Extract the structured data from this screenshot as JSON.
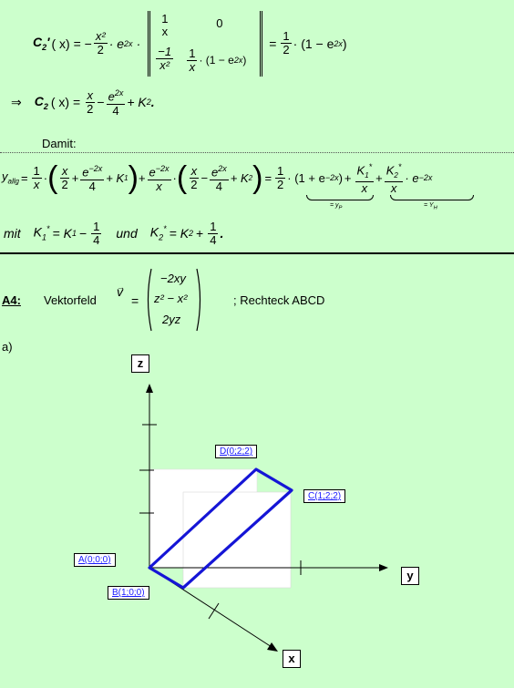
{
  "eq1": {
    "lhs": "C",
    "lhs_sub": "2",
    "lhs_prime": "′",
    "lhs_arg": "( x) = −",
    "frac1_num": "x²",
    "frac1_den": "2",
    "exp_term": "· e",
    "exp_sup": "2x",
    "dot": "·",
    "det_r1c1_num": "1",
    "det_r1c1_den": "x",
    "det_r1c2": "0",
    "det_r2c1_num": "−1",
    "det_r2c1_den": "x²",
    "det_r2c2_num": "1",
    "det_r2c2_den": "x",
    "det_r2c2_tail": "· (1 − e",
    "det_r2c2_sup": "2x",
    "det_r2c2_close": ")",
    "rhs_eq": "=",
    "rhs_frac_num": "1",
    "rhs_frac_den": "2",
    "rhs_tail": "· (1 − e",
    "rhs_sup": "2x",
    "rhs_close": ")"
  },
  "eq2": {
    "arrow": "⇒",
    "lhs": "C",
    "lhs_sub": "2",
    "lhs_arg": "( x) =",
    "f1_num": "x",
    "f1_den": "2",
    "minus": "−",
    "f2_num": "e",
    "f2_sup": "2x",
    "f2_den": "4",
    "tail": "+ K",
    "tail_sub": "2",
    "end": "."
  },
  "damit": "Damit:",
  "eq3": {
    "y": "y",
    "y_sub": "allg",
    "eq": "=",
    "f1_num": "1",
    "f1_den": "x",
    "p1_a_num": "x",
    "p1_a_den": "2",
    "plus": "+",
    "p1_b_num": "e",
    "p1_b_sup": "−2x",
    "p1_b_den": "4",
    "k1": "+ K",
    "k1_sub": "1",
    "f2_num": "e",
    "f2_sup": "−2x",
    "f2_den": "x",
    "p2_a_num": "x",
    "p2_a_den": "2",
    "minus": "−",
    "p2_b_num": "e",
    "p2_b_sup": "2x",
    "p2_b_den": "4",
    "k2": "+ K",
    "k2_sub": "2",
    "eq2": "=",
    "r1_num": "1",
    "r1_den": "2",
    "r1_tail": "· (1 + e",
    "r1_sup": "−2x",
    "r1_close": ")",
    "plus2": "+",
    "r2_num": "K",
    "r2_num_sub": "1",
    "r2_num_sup": "*",
    "r2_den": "x",
    "r3_num": "K",
    "r3_num_sub": "2",
    "r3_num_sup": "*",
    "r3_den": "x",
    "r3_tail": "· e",
    "r3_sup": "−2x",
    "ub1_label": "= y",
    "ub1_sub": "P",
    "ub2_label": "= Y",
    "ub2_sub": "H"
  },
  "eq4": {
    "mit": "mit",
    "k1": "K",
    "k1_sub": "1",
    "k1_sup": "*",
    "k1_eq": "= K",
    "k1_eq_sub": "1",
    "k1_minus": "−",
    "k1_f_num": "1",
    "k1_f_den": "4",
    "und": "und",
    "k2": "K",
    "k2_sub": "2",
    "k2_sup": "*",
    "k2_eq": "= K",
    "k2_eq_sub": "2",
    "k2_plus": "+",
    "k2_f_num": "1",
    "k2_f_den": "4",
    "end": "."
  },
  "a4": {
    "label": "A4:",
    "vektorfeld": "Vektorfeld",
    "v": "v",
    "v_arrow": "→",
    "eq": "=",
    "row1": "−2xy",
    "row2": "z² − x²",
    "row3": "2yz",
    "rechteck": "; Rechteck ABCD"
  },
  "part_a": "a)",
  "diagram": {
    "axis_z": "z",
    "axis_y": "y",
    "axis_x": "x",
    "pt_A": "A(0;0;0)",
    "pt_B": "B(1;0;0)",
    "pt_C": "C(1;2;2)",
    "pt_D": "D(0;2;2)",
    "colors": {
      "rect_stroke": "#1515d6",
      "plane_fill": "#ffffff",
      "label_text": "#1a1aff"
    }
  }
}
